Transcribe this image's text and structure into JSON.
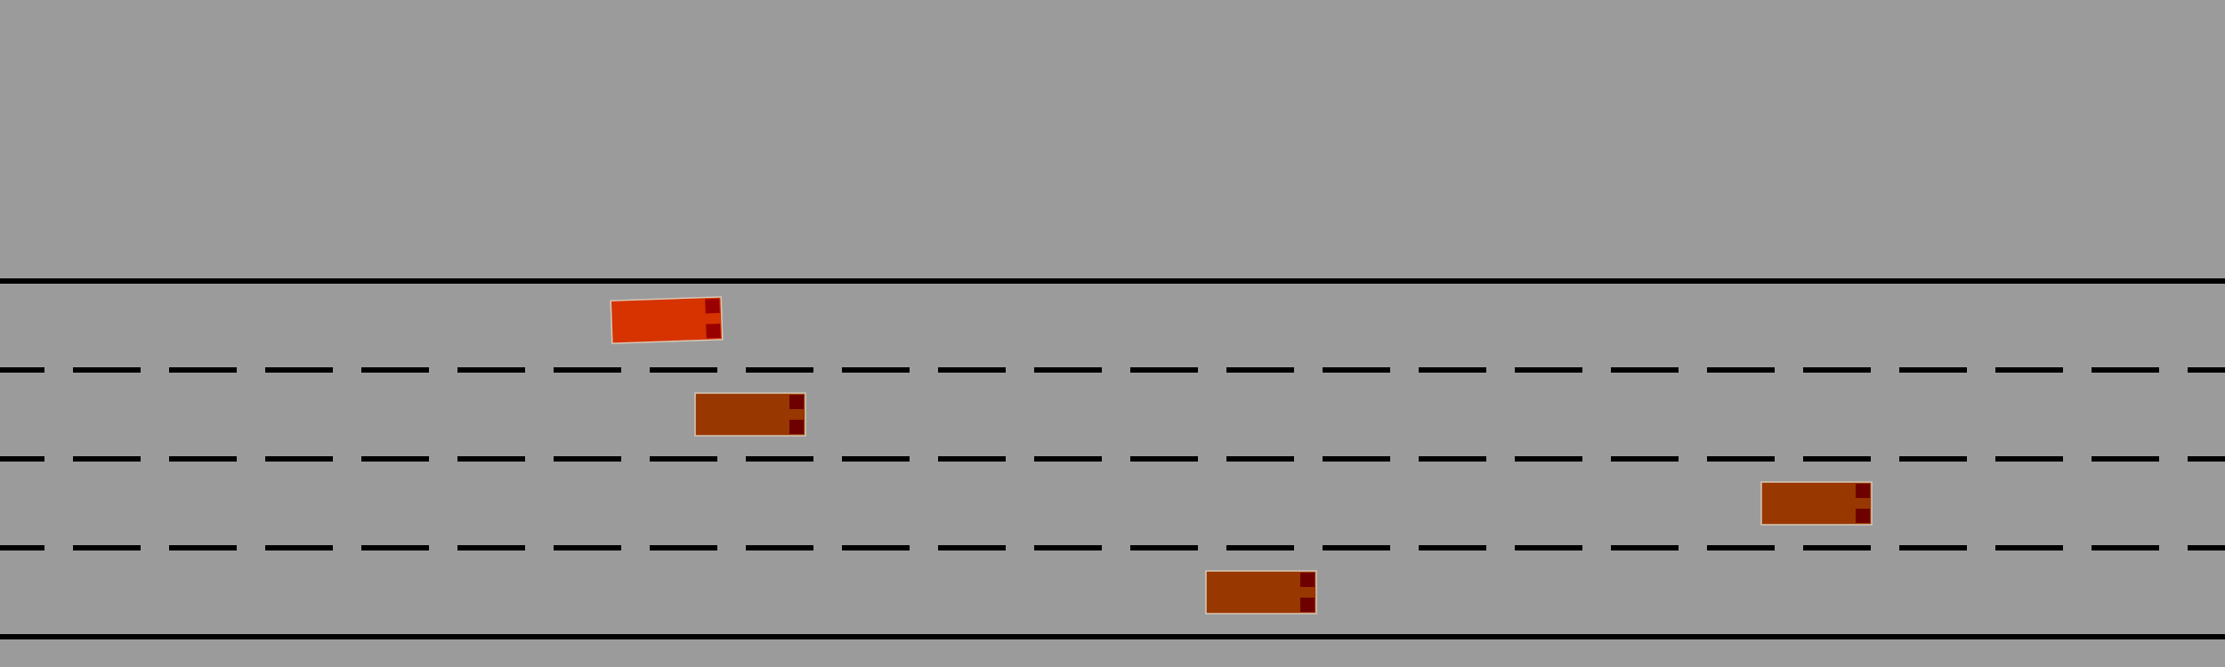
{
  "scene": {
    "type": "highway-driving-simulation",
    "lane_count": 4,
    "colors": {
      "background": "#9b9b9b",
      "road_line": "#000000",
      "ego_vehicle": "#d63300",
      "ego_lights": "#9a0000",
      "other_vehicle": "#993700",
      "other_lights": "#6e0000",
      "vehicle_outline": "#d8c8b8"
    }
  },
  "vehicles": [
    {
      "id": "ego",
      "role": "controlled",
      "lane": 0,
      "heading_deg": -2
    },
    {
      "id": "v1",
      "role": "traffic",
      "lane": 1,
      "heading_deg": 0
    },
    {
      "id": "v2",
      "role": "traffic",
      "lane": 2,
      "heading_deg": 0
    },
    {
      "id": "v3",
      "role": "traffic",
      "lane": 3,
      "heading_deg": 0
    }
  ]
}
